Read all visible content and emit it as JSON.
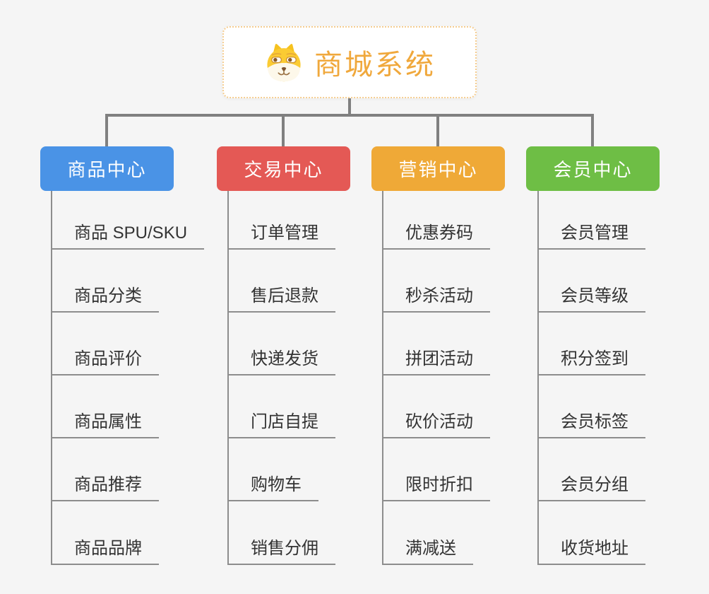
{
  "canvas": {
    "background": "#f5f5f5"
  },
  "root": {
    "title": "商城系统",
    "title_color": "#f0a83c",
    "border_color": "#f5cd90",
    "background": "#ffffff",
    "icon": "dog-face-icon"
  },
  "connector_color": "#808080",
  "branches": [
    {
      "id": "product-center",
      "label": "商品中心",
      "color": "#4a93e6",
      "items": [
        "商品 SPU/SKU",
        "商品分类",
        "商品评价",
        "商品属性",
        "商品推荐",
        "商品品牌"
      ]
    },
    {
      "id": "trade-center",
      "label": "交易中心",
      "color": "#e45955",
      "items": [
        "订单管理",
        "售后退款",
        "快递发货",
        "门店自提",
        "购物车",
        "销售分佣"
      ]
    },
    {
      "id": "marketing-center",
      "label": "营销中心",
      "color": "#efa937",
      "items": [
        "优惠券码",
        "秒杀活动",
        "拼团活动",
        "砍价活动",
        "限时折扣",
        "满减送"
      ]
    },
    {
      "id": "member-center",
      "label": "会员中心",
      "color": "#6ebe45",
      "items": [
        "会员管理",
        "会员等级",
        "积分签到",
        "会员标签",
        "会员分组",
        "收货地址"
      ]
    }
  ]
}
